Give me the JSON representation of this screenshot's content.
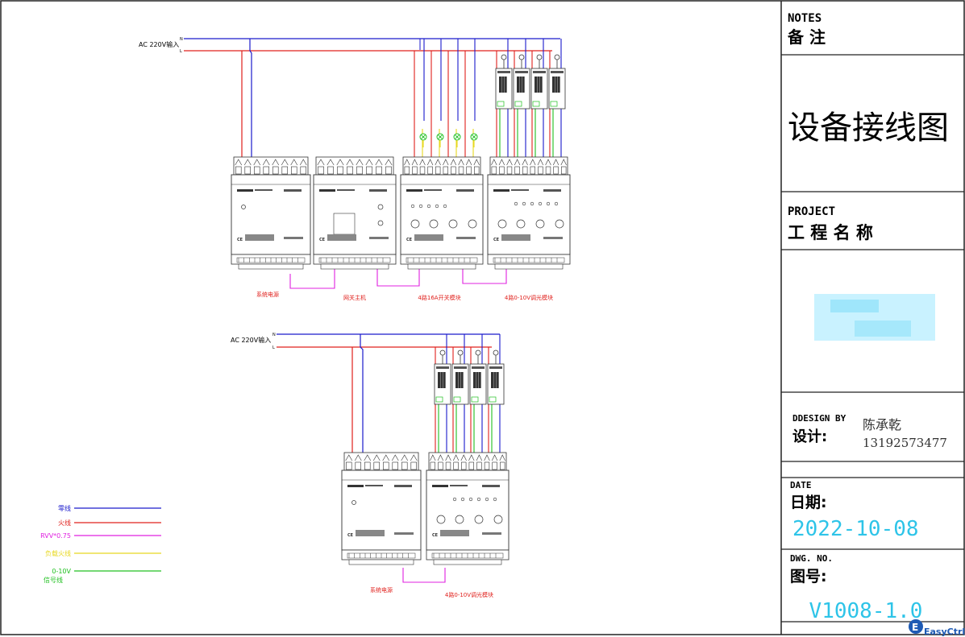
{
  "diagram": {
    "top": {
      "input_label": "AC 220V输入",
      "n_label": "N",
      "l_label": "L",
      "modules": [
        "系统电源",
        "网关主机",
        "4路16A开关模块",
        "4路0-10V调光模块"
      ]
    },
    "bottom": {
      "input_label": "AC 220V输入",
      "n_label": "N",
      "l_label": "L",
      "modules": [
        "系统电源",
        "4路0-10V调光模块"
      ]
    },
    "legend": [
      {
        "label": "零线",
        "color": "#1a1acc"
      },
      {
        "label": "火线",
        "color": "#e0201c"
      },
      {
        "label": "RVV*0.75",
        "color": "#e020e0"
      },
      {
        "label": "负载火线",
        "color": "#e8d820"
      },
      {
        "label": "0-10V信号线",
        "color": "#20c020"
      }
    ]
  },
  "title_block": {
    "notes_en": "NOTES",
    "notes_cn": "备 注",
    "drawing_title": "设备接线图",
    "project_en": "PROJECT",
    "project_cn": "工 程 名 称",
    "design_en": "DDESIGN BY",
    "design_cn": "设计:",
    "designer": "陈承乾",
    "phone": "13192573477",
    "date_en": "DATE",
    "date_cn": "日期:",
    "date": "2022-10-08",
    "dwg_en": "DWG. NO.",
    "dwg_cn": "图号:",
    "dwg_no": "V1008-1.0",
    "logo": "EasyCtrl"
  }
}
